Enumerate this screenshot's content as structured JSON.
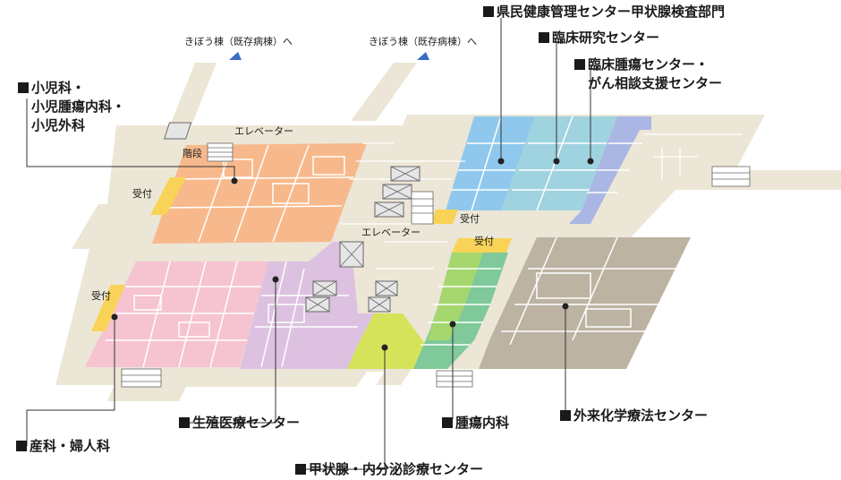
{
  "departments": {
    "kenmin": "県民健康管理センター甲状腺検査部門",
    "rinsho_kenkyu": "臨床研究センター",
    "rinsho_shuyo_line1": "臨床腫瘍センター・",
    "rinsho_shuyo_line2": "がん相談支援センター",
    "shoni_line1": "小児科・",
    "shoni_line2": "小児腫瘍内科・",
    "shoni_line3": "小児外科",
    "sanka": "産科・婦人科",
    "seishoku": "生殖医療センター",
    "koujousen": "甲状腺・内分泌診療センター",
    "shuyo_naika": "腫瘍内科",
    "gairai_kagaku": "外来化学療法センター"
  },
  "facilities": {
    "elevator_top": "エレベーター",
    "elevator_mid": "エレベーター",
    "stairs": "階段",
    "reception_left_top": "受付",
    "reception_left_bottom": "受付",
    "reception_center": "受付",
    "reception_right": "受付"
  },
  "directions": {
    "kibou_left": "きぼう棟（既存病棟）へ",
    "kibou_right": "きぼう棟（既存病棟）へ"
  },
  "colors": {
    "floor": "#ece6d6",
    "floor_line": "#ffffff",
    "pediatrics": "#f7b98c",
    "obgyn": "#f6c3d1",
    "reproductive": "#ddc1e0",
    "thyroid": "#d5e35b",
    "oncology": "#7fc99a",
    "oncology_light": "#a6d76e",
    "chemo": "#bdb3a3",
    "kenmin": "#8fc8ec",
    "research": "#9fd3e0",
    "cancer_support": "#aab6e3",
    "reception": "#f8d357",
    "arrow": "#3a6cc4"
  }
}
